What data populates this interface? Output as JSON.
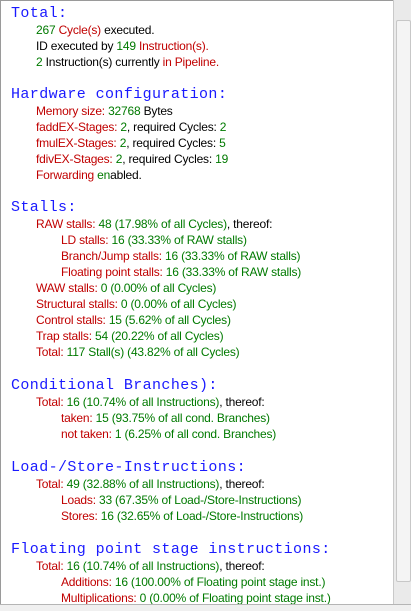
{
  "total": {
    "heading": "Total:",
    "cycles_n": "267",
    "cycles_lbl": "Cycle(s)",
    "cycles_tail": " executed.",
    "id_txt": "ID executed by ",
    "instr_n": "149",
    "instr_lbl": " Instruction(s).",
    "pipe_n": "2",
    "pipe_txt": " Instruction(s) currently ",
    "pipe_tail": "in Pipeline."
  },
  "hw": {
    "heading": "Hardware configuration:",
    "mem_lbl": "Memory size: ",
    "mem_val": "32768",
    "mem_unit": " Bytes",
    "fadd_lbl": "faddEX-Stages: ",
    "fadd_val": "2",
    "fadd_mid": ", required Cycles: ",
    "fadd_cyc": "2",
    "fmul_lbl": "fmulEX-Stages: ",
    "fmul_val": "2",
    "fmul_mid": ", required Cycles: ",
    "fmul_cyc": "5",
    "fdiv_lbl": "fdivEX-Stages: ",
    "fdiv_val": "2",
    "fdiv_mid": ", required Cycles: ",
    "fdiv_cyc": "19",
    "fwd_lbl": "Forwarding ",
    "fwd_val": "en",
    "fwd_tail": "abled."
  },
  "stalls": {
    "heading": "Stalls:",
    "raw_lbl": "RAW stalls: ",
    "raw_val": "48 (17.98% of all Cycles)",
    "raw_tail": ", thereof:",
    "ld_lbl": "LD stalls: ",
    "ld_val": "16 (33.33% of RAW stalls)",
    "br_lbl": "Branch/Jump stalls: ",
    "br_val": "16 (33.33% of RAW stalls)",
    "fp_lbl": "Floating point stalls: ",
    "fp_val": "16 (33.33% of RAW stalls)",
    "waw_lbl": "WAW stalls: ",
    "waw_val": "0 (0.00% of all Cycles)",
    "str_lbl": "Structural stalls: ",
    "str_val": "0 (0.00% of all Cycles)",
    "ctl_lbl": "Control stalls: ",
    "ctl_val": "15 (5.62% of all Cycles)",
    "trp_lbl": "Trap stalls: ",
    "trp_val": "54 (20.22% of all Cycles)",
    "tot_lbl": "Total: ",
    "tot_val": "117 Stall(s) (43.82% of all Cycles)"
  },
  "cond": {
    "heading": "Conditional Branches):",
    "tot_lbl": "Total: ",
    "tot_val": "16 (10.74% of all Instructions)",
    "tot_tail": ", thereof:",
    "tk_lbl": "taken: ",
    "tk_val": "15 (93.75% of all cond. Branches)",
    "nt_lbl": "not taken: ",
    "nt_val": "1 (6.25% of all cond. Branches)"
  },
  "ls": {
    "heading": "Load-/Store-Instructions:",
    "tot_lbl": "Total: ",
    "tot_val": "49 (32.88% of all Instructions)",
    "tot_tail": ", thereof:",
    "ld_lbl": "Loads: ",
    "ld_val": "33 (67.35% of Load-/Store-Instructions)",
    "st_lbl": "Stores: ",
    "st_val": "16 (32.65% of Load-/Store-Instructions)"
  },
  "fp": {
    "heading": "Floating point stage instructions:",
    "tot_lbl": "Total: ",
    "tot_val": "16 (10.74% of all Instructions)",
    "tot_tail": ", thereof:",
    "add_lbl": "Additions: ",
    "add_val": "16 (100.00% of Floating point stage inst.)",
    "mul_lbl": "Multiplications: ",
    "mul_val": "0 (0.00% of Floating point stage inst.)"
  }
}
